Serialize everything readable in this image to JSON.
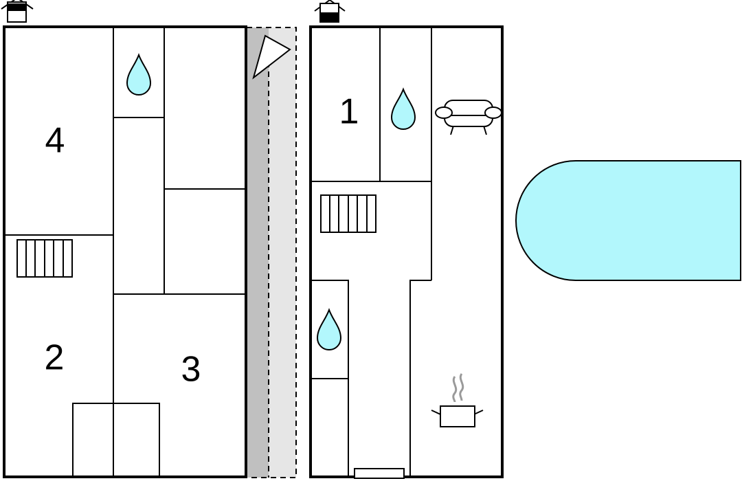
{
  "floorplan": {
    "upper_floor": {
      "icon": "upper-floor-house-icon",
      "rooms": [
        {
          "label": "4",
          "type": "bedroom"
        },
        {
          "label": "2",
          "type": "bedroom"
        },
        {
          "label": "3",
          "type": "bedroom"
        }
      ],
      "fixtures": [
        "water-drop-icon",
        "staircase-icon"
      ]
    },
    "ground_floor": {
      "icon": "ground-floor-house-icon",
      "rooms": [
        {
          "label": "1",
          "type": "bedroom"
        }
      ],
      "fixtures": [
        "water-drop-icon",
        "water-drop-icon",
        "staircase-icon",
        "sofa-icon",
        "cooking-pot-icon"
      ]
    },
    "outdoor": [
      "terrace-icon",
      "pool-icon",
      "compass-icon"
    ],
    "colors": {
      "water": "#b2f7fc",
      "pool": "#b2f7fc",
      "terrace_dark": "#c0c0c0",
      "terrace_light": "#e6e6e6",
      "wall": "#000000"
    }
  }
}
